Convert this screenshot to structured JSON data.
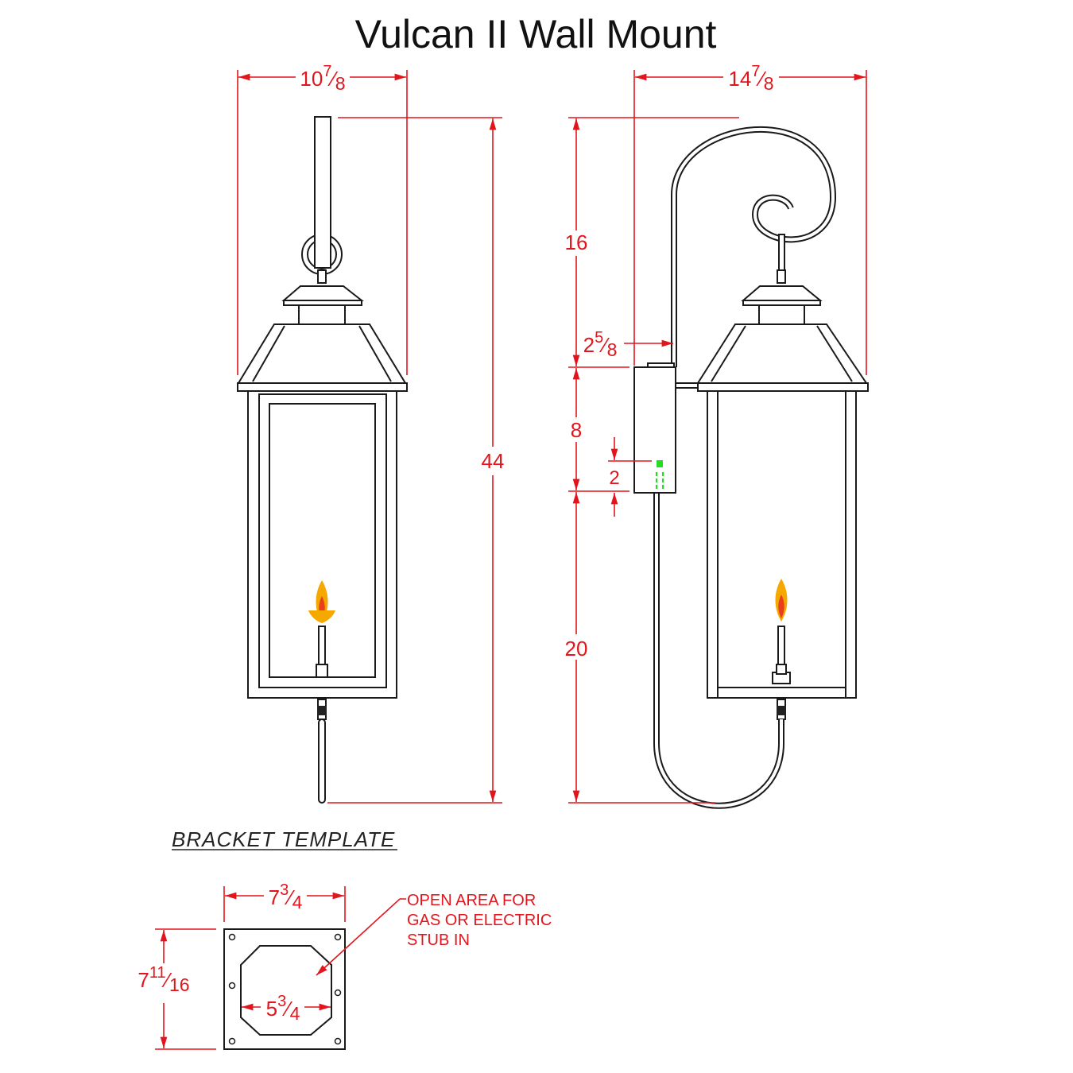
{
  "title": "Vulcan II Wall Mount",
  "front_view": {
    "width": {
      "whole": "10",
      "num": "7",
      "den": "8"
    },
    "height": "44"
  },
  "side_view": {
    "depth": {
      "whole": "14",
      "num": "7",
      "den": "8"
    },
    "bracket_height": "16",
    "upper_lantern": "8",
    "lower_lantern": "20",
    "wall_offset": {
      "whole": "2",
      "num": "5",
      "den": "8"
    },
    "stub_offset": "2"
  },
  "bracket_template": {
    "heading": "BRACKET TEMPLATE",
    "width": {
      "whole": "7",
      "num": "3",
      "den": "4"
    },
    "height": {
      "whole": "7",
      "num": "11",
      "den": "16"
    },
    "opening": {
      "whole": "5",
      "num": "3",
      "den": "4"
    },
    "note_lines": [
      "OPEN AREA FOR",
      "GAS OR ELECTRIC",
      "STUB IN"
    ]
  },
  "colors": {
    "dimension": "#e3151c",
    "line": "#1a1a1a",
    "stub": "#22dd22",
    "flame_outer": "#f5a800",
    "flame_inner": "#e8401c"
  }
}
